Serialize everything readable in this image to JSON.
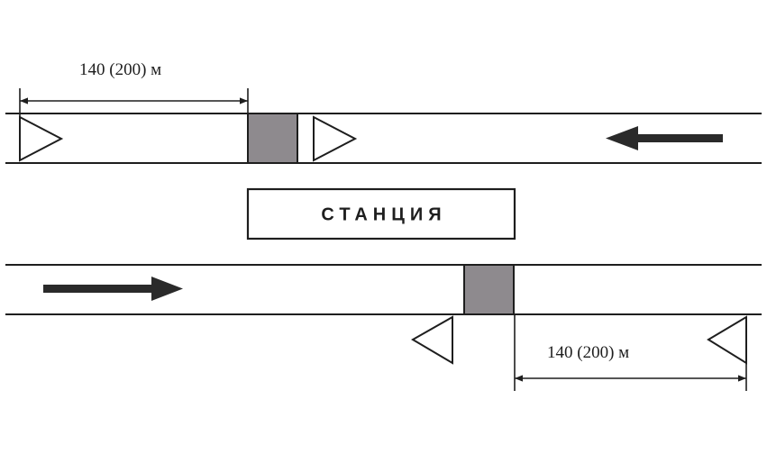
{
  "station": {
    "label": "СТАНЦИЯ"
  },
  "dimensions": {
    "upper_label": "140 (200) м",
    "lower_label": "140 (200) м"
  },
  "colors": {
    "line": "#1e1e1e",
    "crossing_fill": "#8e8a8e",
    "arrow_fill": "#2a2a2a"
  },
  "icons": {
    "signal": "triangle-signal-icon",
    "direction": "direction-arrow-icon"
  }
}
